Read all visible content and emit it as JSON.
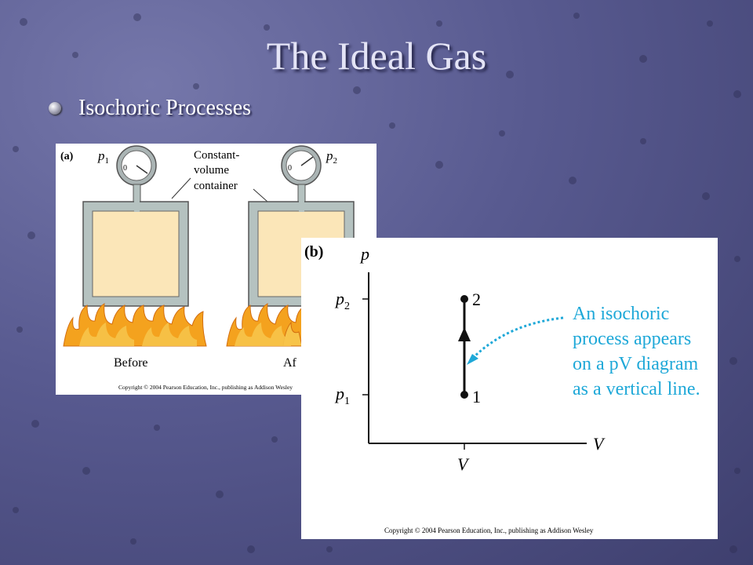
{
  "slide": {
    "title": "The Ideal Gas",
    "bullet": "Isochoric Processes"
  },
  "colors": {
    "background": "#585a90",
    "title_text": "#e4e4f6",
    "accent_blue": "#1ea8d8",
    "container_fill": "#fbe6b8",
    "container_wall": "#b5c2c0",
    "flame_orange": "#f4a21e"
  },
  "figure_a": {
    "panel_label": "(a)",
    "gauge_left": {
      "symbol": "p",
      "subscript": "1",
      "dial_zero": "0"
    },
    "gauge_right": {
      "symbol": "p",
      "subscript": "2",
      "dial_zero": "0"
    },
    "container_label_lines": [
      "Constant-",
      "volume",
      "container"
    ],
    "caption_before": "Before",
    "caption_after": "Af",
    "copyright": "Copyright © 2004 Pearson Education, Inc., publishing as Addison Wesley"
  },
  "figure_b": {
    "panel_label": "(b)",
    "y_axis_label": "p",
    "x_axis_label": "V",
    "tick_p2": {
      "symbol": "p",
      "subscript": "2"
    },
    "tick_p1": {
      "symbol": "p",
      "subscript": "1"
    },
    "tick_v": "V",
    "point_1": "1",
    "point_2": "2",
    "annotation_lines": [
      "An isochoric",
      "process appears",
      "on a pV diagram",
      "as a vertical line."
    ],
    "copyright": "Copyright © 2004 Pearson Education, Inc., publishing as Addison Wesley"
  }
}
